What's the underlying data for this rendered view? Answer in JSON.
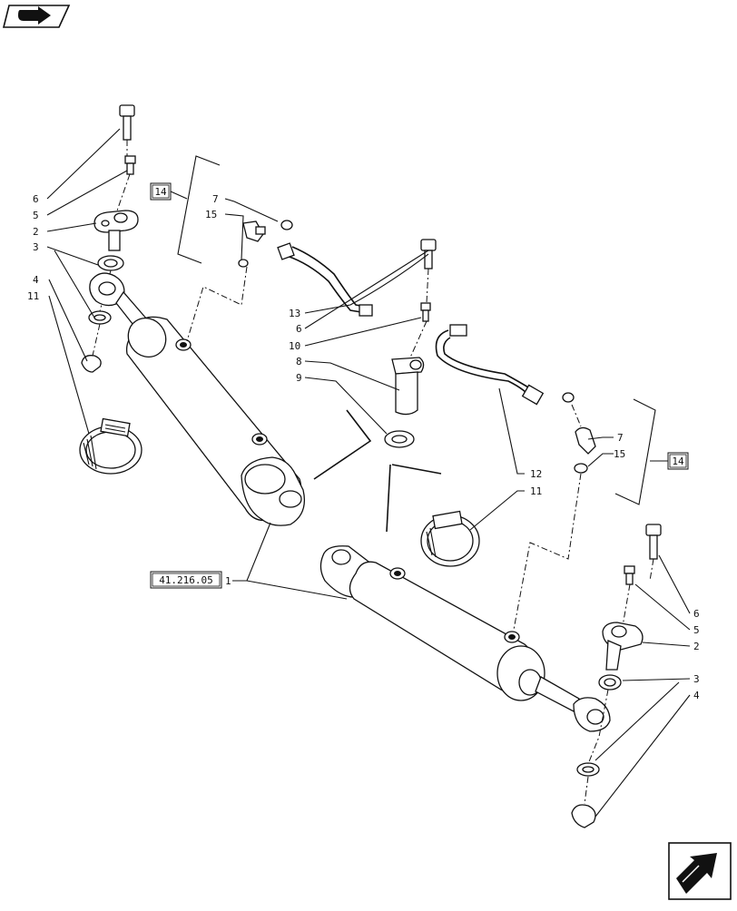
{
  "labels": {
    "l6a": "6",
    "l5a": "5",
    "l2a": "2",
    "l3a": "3",
    "l4a": "4",
    "l11a": "11",
    "l7a": "7",
    "l15a": "15",
    "l13": "13",
    "l6b": "6",
    "l10": "10",
    "l8": "8",
    "l9": "9",
    "l7b": "7",
    "l15b": "15",
    "l12": "12",
    "l11b": "11",
    "l1": "1",
    "l6c": "6",
    "l5c": "5",
    "l2c": "2",
    "l3c": "3",
    "l4c": "4"
  },
  "refs": {
    "ref14a": "14",
    "ref14b": "14",
    "ref41": "41.216.05"
  },
  "icons": {
    "top_left": "book-arrow-icon",
    "bottom_right": "next-page-arrow-icon"
  }
}
